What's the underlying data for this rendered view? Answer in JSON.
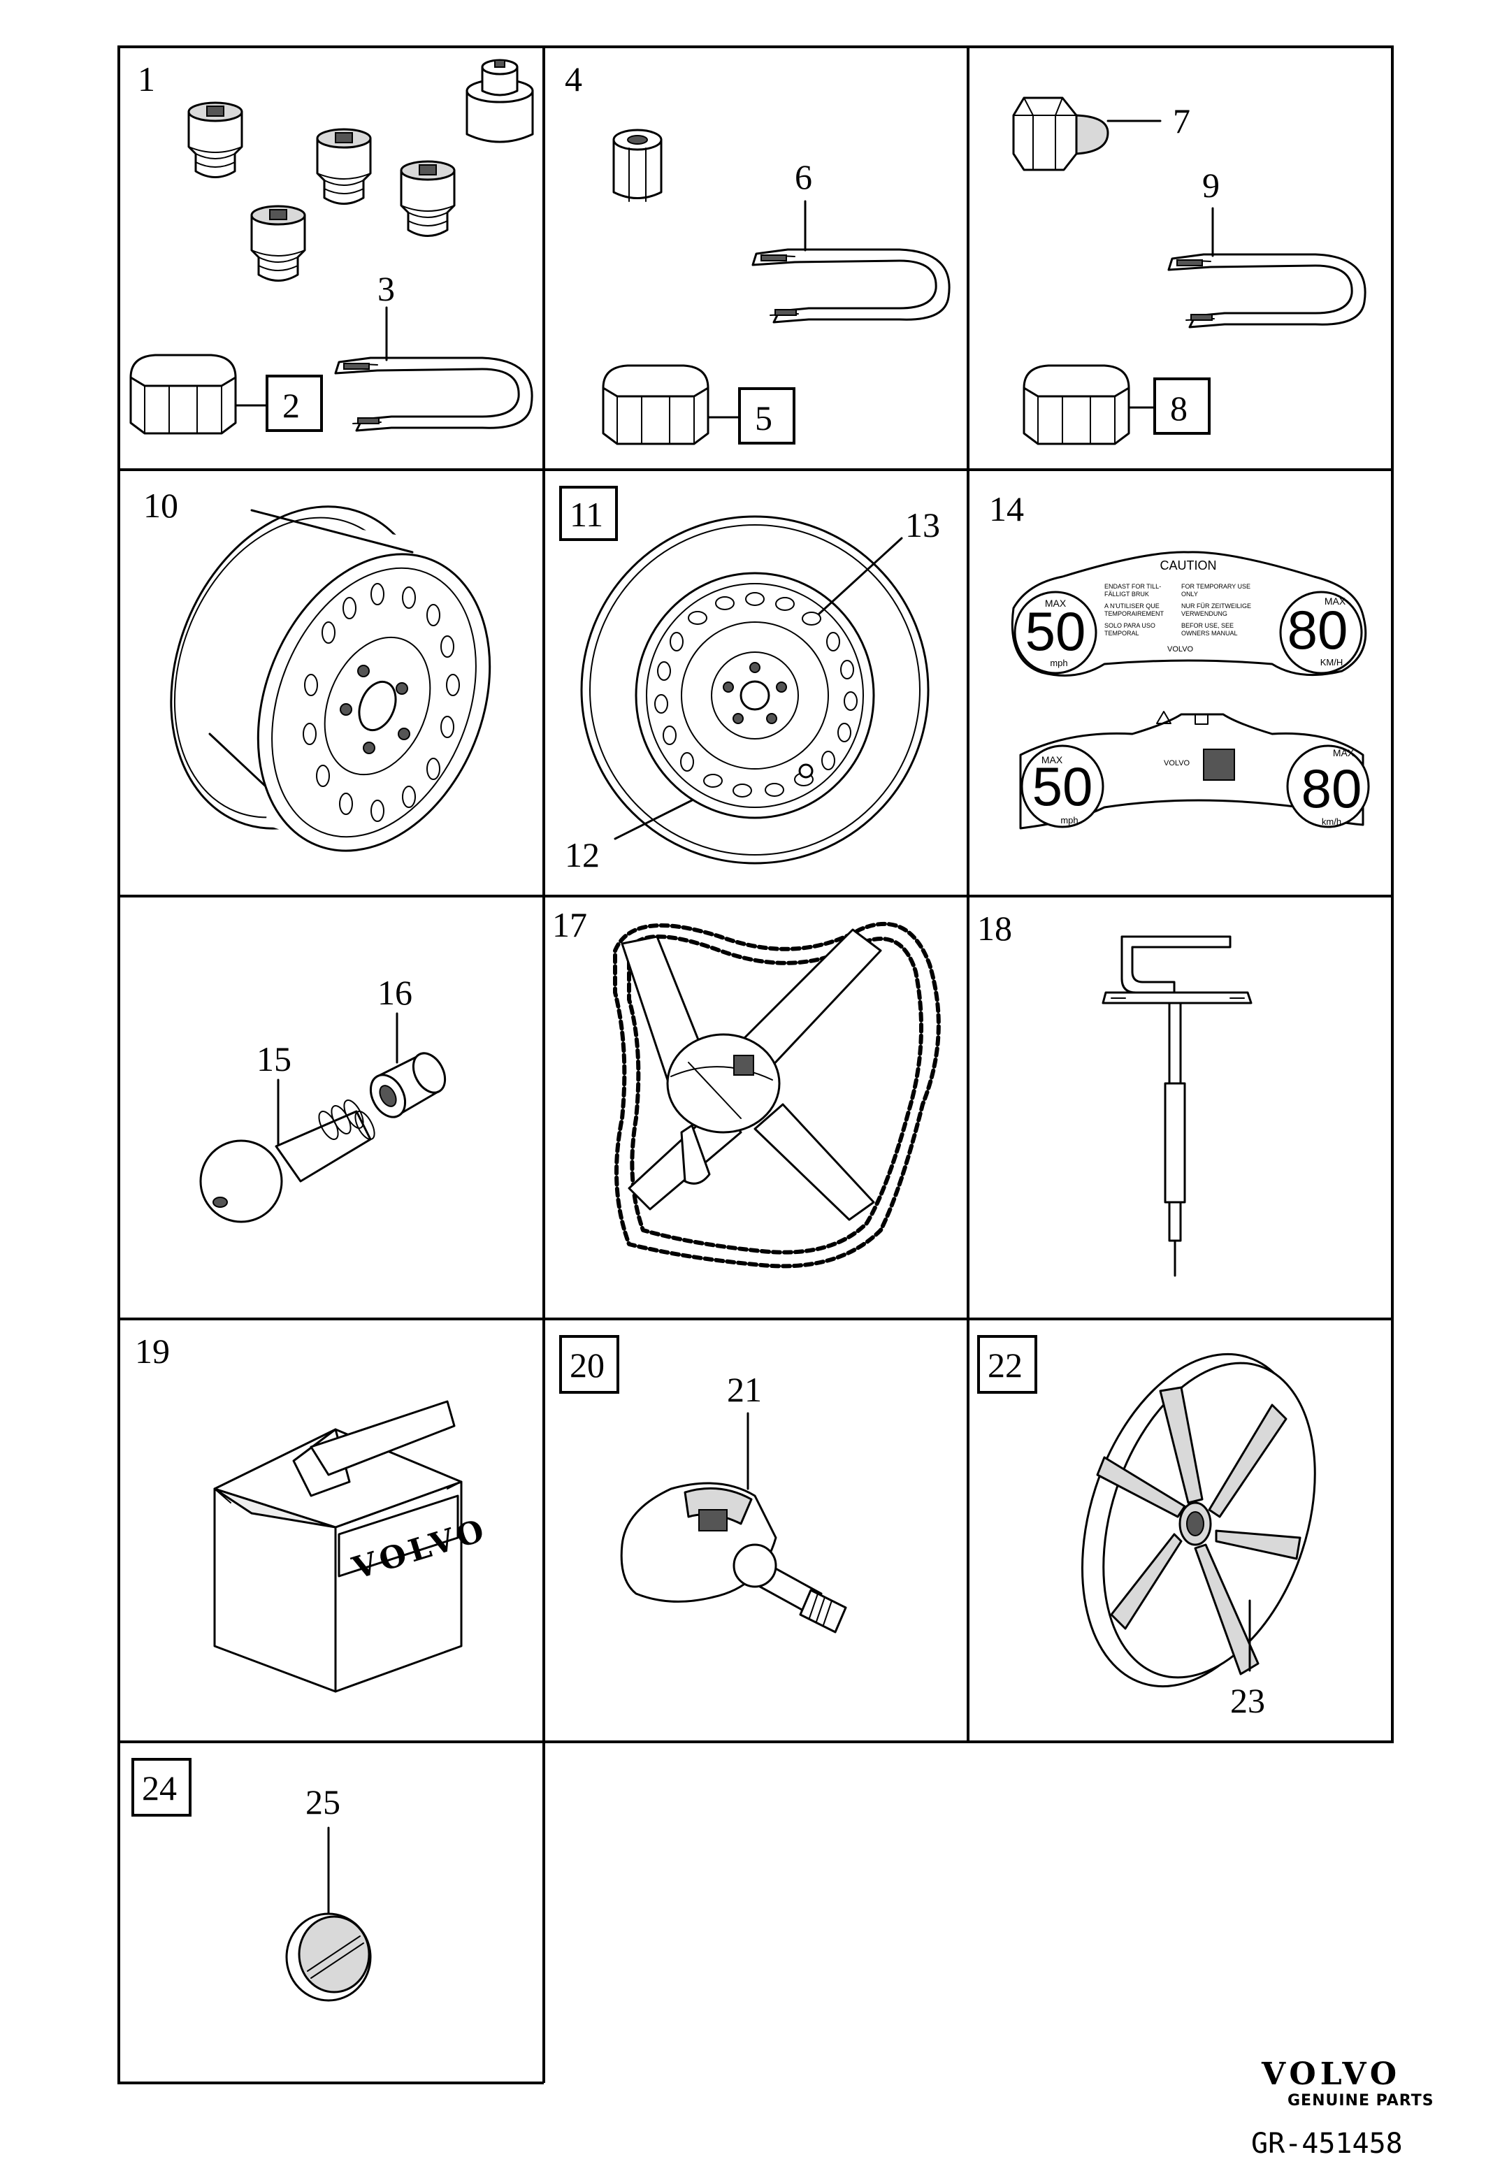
{
  "panels": [
    {
      "id": "1",
      "labels": [
        "1",
        "2",
        "3"
      ],
      "boxed": [
        "2"
      ]
    },
    {
      "id": "4",
      "labels": [
        "4",
        "5",
        "6"
      ],
      "boxed": [
        "5"
      ]
    },
    {
      "id": "7",
      "labels": [
        "7",
        "8",
        "9"
      ],
      "boxed": [
        "8"
      ]
    },
    {
      "id": "10",
      "labels": [
        "10"
      ],
      "boxed": []
    },
    {
      "id": "11",
      "labels": [
        "11",
        "12",
        "13"
      ],
      "boxed": [
        "11"
      ]
    },
    {
      "id": "14",
      "labels": [
        "14"
      ],
      "boxed": []
    },
    {
      "id": "15",
      "labels": [
        "15",
        "16"
      ],
      "boxed": []
    },
    {
      "id": "17",
      "labels": [
        "17"
      ],
      "boxed": []
    },
    {
      "id": "18",
      "labels": [
        "18"
      ],
      "boxed": []
    },
    {
      "id": "19",
      "labels": [
        "19"
      ],
      "boxed": []
    },
    {
      "id": "20",
      "labels": [
        "20",
        "21"
      ],
      "boxed": [
        "20"
      ]
    },
    {
      "id": "22",
      "labels": [
        "22",
        "23"
      ],
      "boxed": [
        "22"
      ]
    },
    {
      "id": "24",
      "labels": [
        "24",
        "25"
      ],
      "boxed": [
        "24"
      ]
    }
  ],
  "label_texts": {
    "l1": "1",
    "l2": "2",
    "l3": "3",
    "l4": "4",
    "l5": "5",
    "l6": "6",
    "l7": "7",
    "l8": "8",
    "l9": "9",
    "l10": "10",
    "l11": "11",
    "l12": "12",
    "l13": "13",
    "l14": "14",
    "l15": "15",
    "l16": "16",
    "l17": "17",
    "l18": "18",
    "l19": "19",
    "l20": "20",
    "l21": "21",
    "l22": "22",
    "l23": "23",
    "l24": "24",
    "l25": "25"
  },
  "decal_top": {
    "caution": "CAUTION",
    "left_max": "MAX",
    "left_speed": "50",
    "left_unit": "mph",
    "right_max": "MAX",
    "right_speed": "80",
    "right_unit": "KM/H",
    "col1_l1": "ENDAST FOR TILL-",
    "col1_l2": "FÄLLIGT BRUK",
    "col1_l3": "A N'UTILISER QUE",
    "col1_l4": "TEMPORAIREMENT",
    "col1_l5": "SOLO PARA USO",
    "col1_l6": "TEMPORAL",
    "col2_l1": "FOR TEMPORARY USE",
    "col2_l2": "ONLY",
    "col2_l3": "NUR FÜR ZEITWEILIGE",
    "col2_l4": "VERWENDUNG",
    "col2_l5": "BEFOR USE, SEE",
    "col2_l6": "OWNERS MANUAL",
    "brand": "VOLVO"
  },
  "decal_bottom": {
    "left_max": "MAX",
    "left_speed": "50",
    "left_unit": "mph",
    "right_max": "MAX",
    "right_speed": "80",
    "right_unit": "km/h",
    "brand": "VOLVO"
  },
  "box_brand": "VOLVO",
  "footer": {
    "brand": "VOLVO",
    "sub": "GENUINE PARTS",
    "code": "GR-451458"
  }
}
